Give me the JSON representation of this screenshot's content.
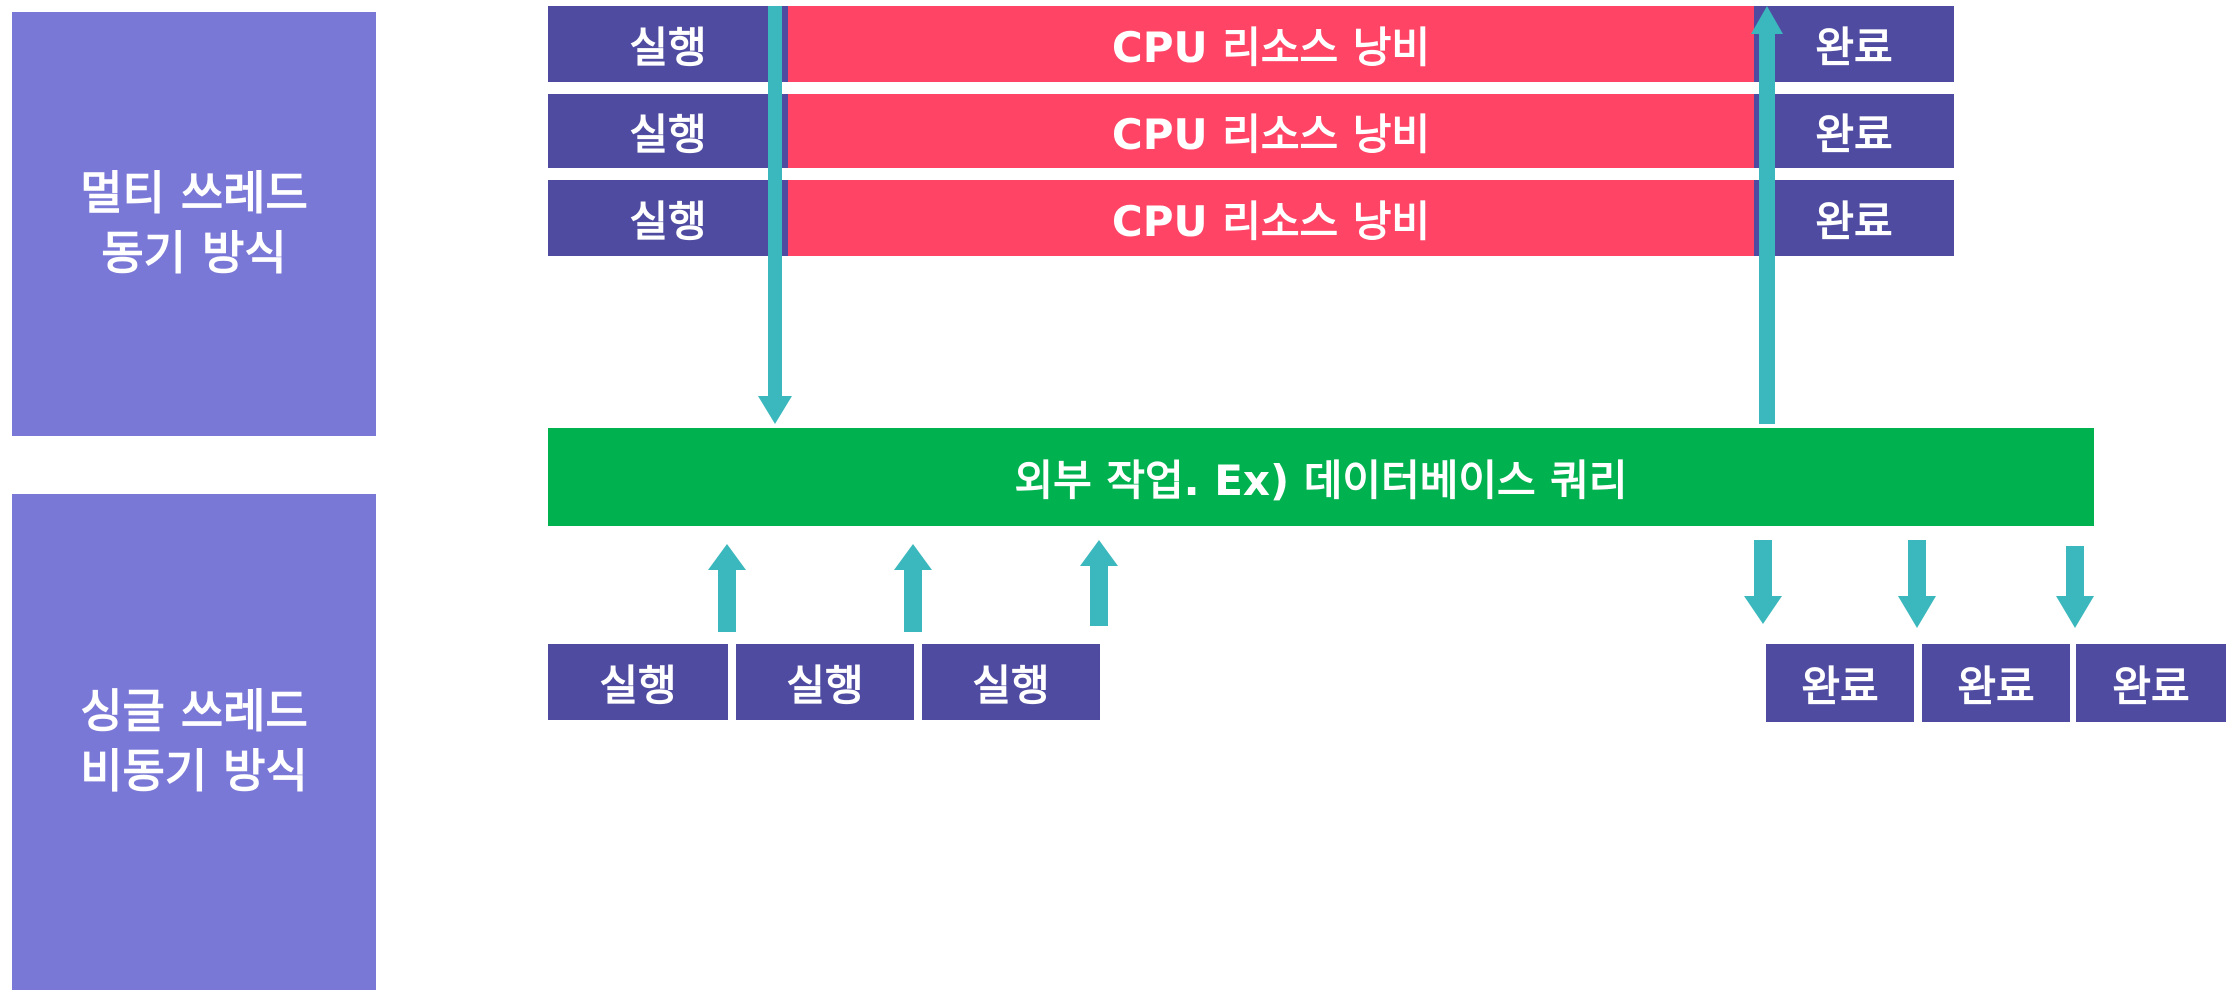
{
  "labels": {
    "multi_line1": "멀티 쓰레드",
    "multi_line2": "동기 방식",
    "single_line1": "싱글 쓰레드",
    "single_line2": "비동기 방식"
  },
  "multi_rows": [
    {
      "run": "실행",
      "waste": "CPU 리소스 낭비",
      "done": "완료"
    },
    {
      "run": "실행",
      "waste": "CPU 리소스 낭비",
      "done": "완료"
    },
    {
      "run": "실행",
      "waste": "CPU 리소스 낭비",
      "done": "완료"
    }
  ],
  "external_task": "외부 작업. Ex) 데이터베이스 쿼리",
  "single_runs": [
    "실행",
    "실행",
    "실행"
  ],
  "single_dones": [
    "완료",
    "완료",
    "완료"
  ],
  "colors": {
    "label_bg": "#7a78d6",
    "box_bg": "#4e4ba1",
    "waste_bg": "#ff4466",
    "external_bg": "#00b14f",
    "arrow": "#3bb8bd"
  }
}
